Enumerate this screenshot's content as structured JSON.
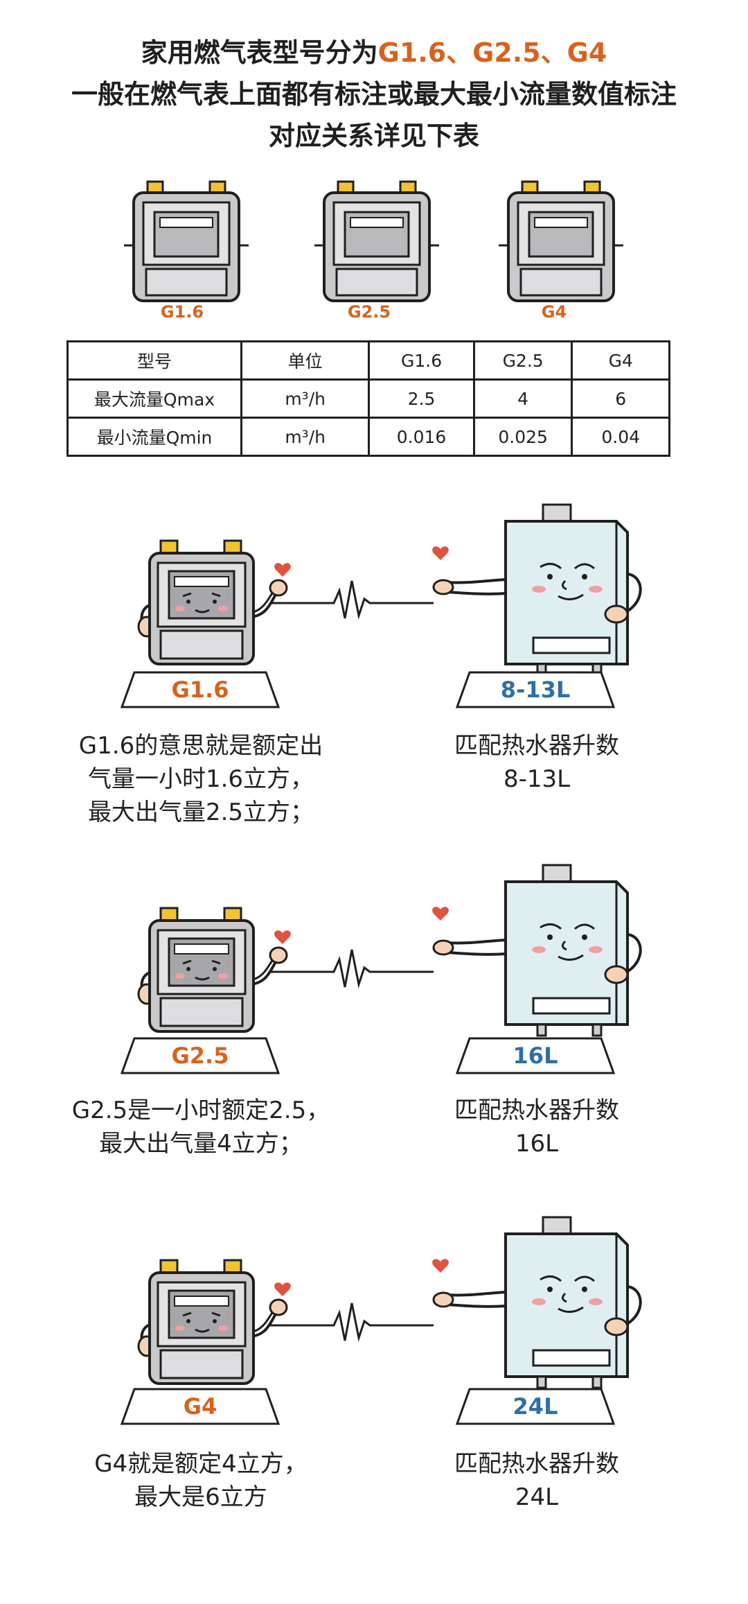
{
  "header": {
    "line1_prefix": "家用燃气表型号分为",
    "line1_highlight": "G1.6、G2.5、G4",
    "line2": "一般在燃气表上面都有标注或最大最小流量数值标注",
    "line3": "对应关系详见下表"
  },
  "meters": [
    {
      "label": "G1.6",
      "icon": "gas-meter-icon"
    },
    {
      "label": "G2.5",
      "icon": "gas-meter-icon"
    },
    {
      "label": "G4",
      "icon": "gas-meter-icon"
    }
  ],
  "table": {
    "header": [
      "型号",
      "单位",
      "G1.6",
      "G2.5",
      "G4"
    ],
    "rows": [
      [
        "最大流量Qmax",
        "m³/h",
        "2.5",
        "4",
        "6"
      ],
      [
        "最小流量Qmin",
        "m³/h",
        "0.016",
        "0.025",
        "0.04"
      ]
    ]
  },
  "pairs": [
    {
      "meter_label": "G1.6",
      "heater_label": "8-13L",
      "meter_desc": [
        "G1.6的意思就是额定出",
        "气量一小时1.6立方，",
        "最大出气量2.5立方；"
      ],
      "heater_desc": [
        "匹配热水器升数",
        "8-13L"
      ]
    },
    {
      "meter_label": "G2.5",
      "heater_label": "16L",
      "meter_desc": [
        "G2.5是一小时额定2.5，",
        "最大出气量4立方；"
      ],
      "heater_desc": [
        "匹配热水器升数",
        "16L"
      ]
    },
    {
      "meter_label": "G4",
      "heater_label": "24L",
      "meter_desc": [
        "G4就是额定4立方，",
        "最大是6立方"
      ],
      "heater_desc": [
        "匹配热水器升数",
        "24L"
      ]
    }
  ],
  "colors": {
    "accent_orange": "#d8621d",
    "accent_blue": "#2e6fa8",
    "meter_body": "#c9c9cb",
    "heater_body": "#dfeef1",
    "heart": "#e0533f",
    "skin": "#f6d2b5"
  }
}
